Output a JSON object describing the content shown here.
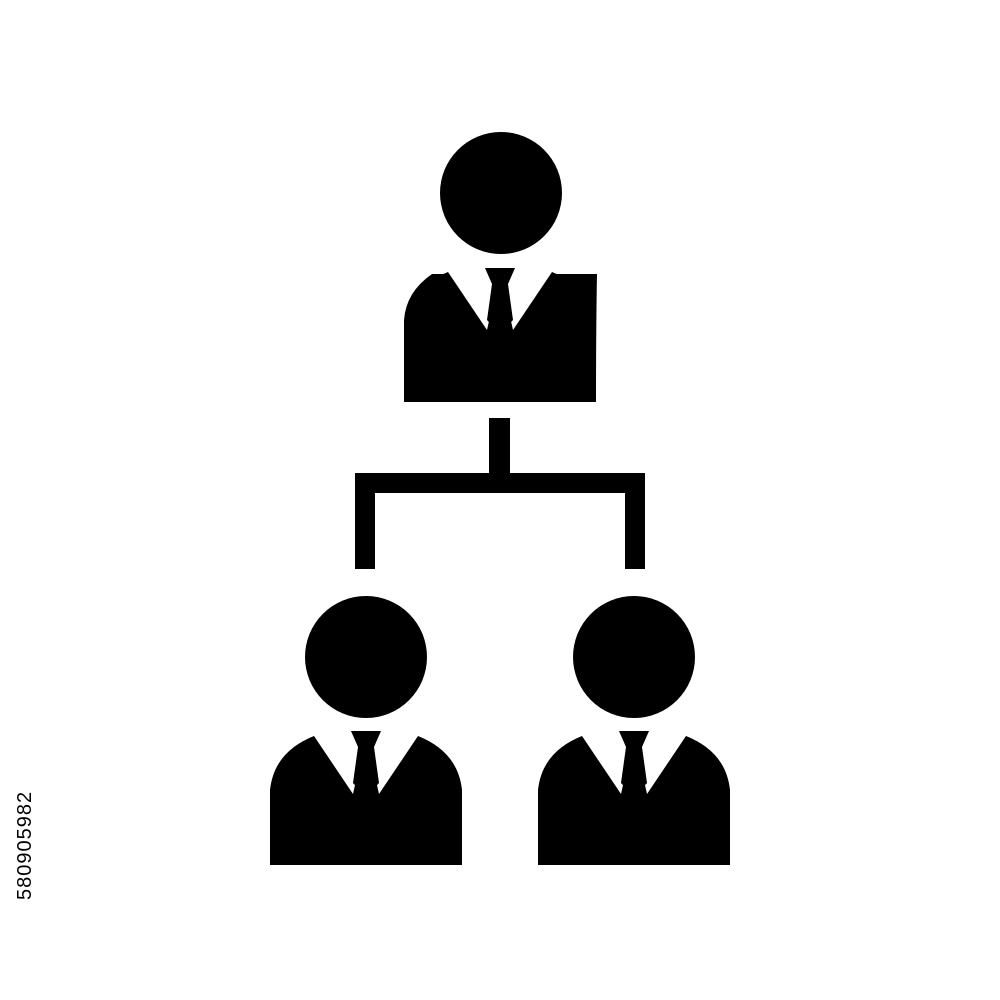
{
  "icon": {
    "name": "org-chart-hierarchy-icon",
    "people": [
      "manager-figure",
      "subordinate-figure-left",
      "subordinate-figure-right"
    ],
    "fill_color": "#000000",
    "background_color": "#ffffff"
  },
  "stock_id": "580905982"
}
